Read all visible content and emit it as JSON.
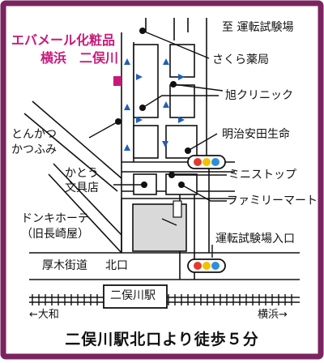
{
  "colors": {
    "frame": "#7a2560",
    "accent": "#c8197b",
    "arrow": "#1f5fb8",
    "signal_red": "#e23b2e",
    "signal_yellow": "#f2c200",
    "signal_blue": "#2f8fd6",
    "building": "#d9d9d9"
  },
  "icons": [
    "arrow-icon",
    "traffic-signal-icon",
    "railway-track-icon",
    "shop-marker-icon"
  ],
  "shop": {
    "name": "エバメール化粧品",
    "branch": "横浜　二俣川"
  },
  "labels": {
    "driving_school": "至 運転試験場",
    "sakura": "さくら薬局",
    "asahi": "旭クリニック",
    "tonkatsu_1": "とんかつ",
    "tonkatsu_2": "かつふみ",
    "meiji": "明治安田生命",
    "kato_1": "かとう",
    "kato_2": "文具店",
    "ministop": "ミニストップ",
    "familymart": "ファミリーマート",
    "donki_1": "ドンキホーテ",
    "donki_2": "（旧長崎屋）",
    "school_entrance": "運転試験場入口",
    "atsugi": "厚木街道",
    "north_exit": "北口",
    "station": "二俣川駅",
    "ohwa": "←大和",
    "yokohama": "横浜→"
  },
  "footer": "二俣川駅北口より徒歩５分"
}
